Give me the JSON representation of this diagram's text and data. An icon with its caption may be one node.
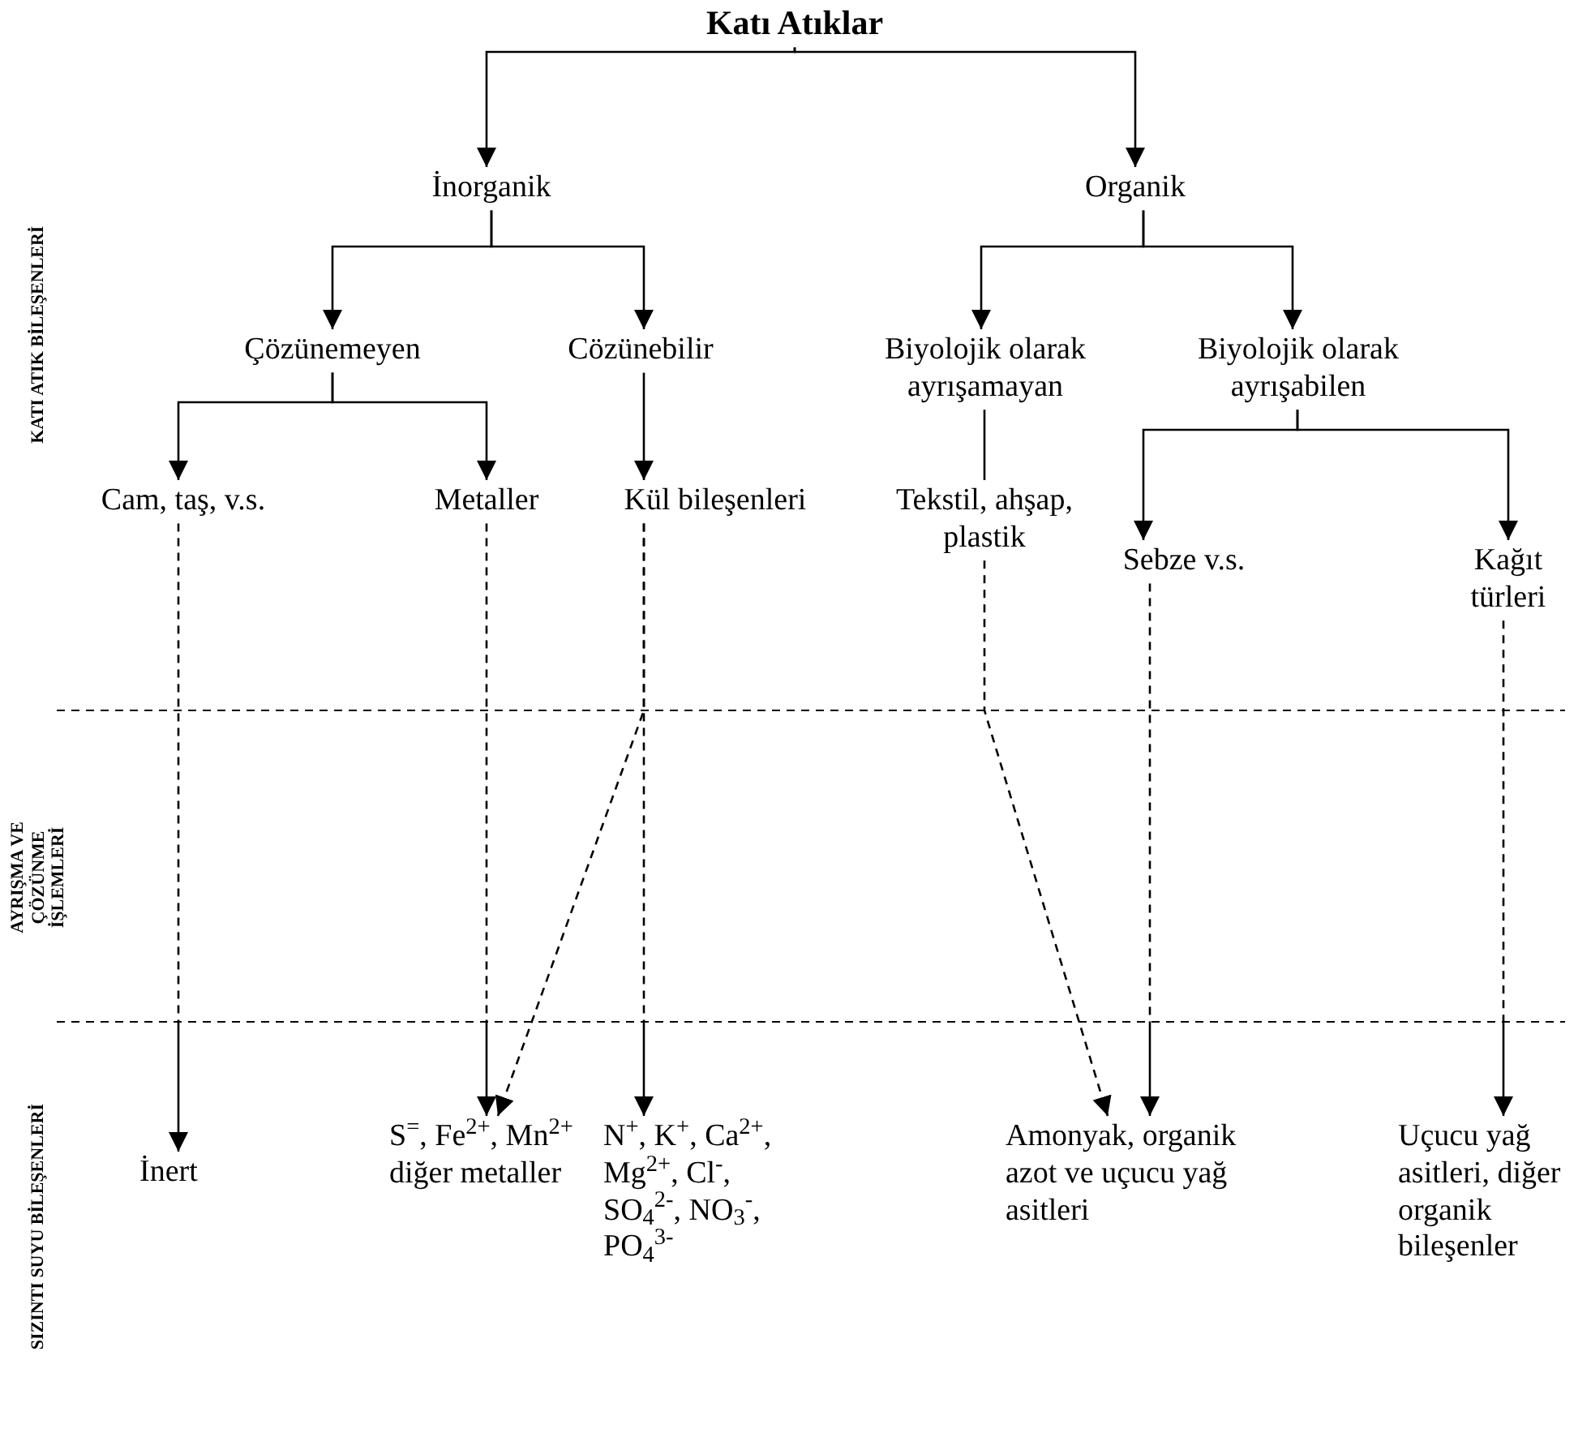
{
  "diagram": {
    "nodes": [
      {
        "text": [
          "Katı Atıklar"
        ]
      },
      {
        "text": [
          "İnorganik"
        ]
      },
      {
        "text": [
          "Organik"
        ]
      },
      {
        "text": [
          "Çözünemeyen"
        ]
      },
      {
        "text": [
          "Cözünebilir"
        ]
      },
      {
        "text": [
          "Biyolojik olarak ayrışamayan"
        ]
      },
      {
        "text": [
          "Biyolojik olarak ayrışabilen"
        ]
      },
      {
        "text": [
          "Cam, taş, v.s."
        ]
      },
      {
        "text": [
          "Metaller"
        ]
      },
      {
        "text": [
          "Kül bileşenleri"
        ]
      },
      {
        "text": [
          "Tekstil, ahşap, plastik"
        ]
      },
      {
        "text": [
          "Sebze v.s."
        ]
      },
      {
        "text": [
          "Kağıt türleri"
        ]
      },
      {
        "text": [
          "İnert"
        ]
      },
      {
        "text": [
          "S$^{=}$, Fe$^{2+}$, Mn$^{2+}$ diğer metaller"
        ]
      },
      {
        "text": [
          "N$^{+}$, K$^{+}$, Ca$^{2+}$, Mg$^{2+}$, Cl$^{-}$, SO$_{4}$$^{2-}$, NO$_{3}$$^{-}$, PO$_{4}$$^{3-}$"
        ]
      },
      {
        "text": [
          "Amonyak, organik azot ve uçucu yağ asitleri"
        ]
      },
      {
        "text": [
          "Uçucu yağ asitleri, diğer organik bileşenler"
        ]
      }
    ],
    "edges": [
      {
        "from": 0,
        "to": 1,
        "arrow": "to"
      },
      {
        "from": 0,
        "to": 2,
        "arrow": "to"
      },
      {
        "from": 1,
        "to": 3,
        "arrow": "to"
      },
      {
        "from": 1,
        "to": 4,
        "arrow": "to"
      },
      {
        "from": 2,
        "to": 5,
        "arrow": "to"
      },
      {
        "from": 2,
        "to": 6,
        "arrow": "to"
      },
      {
        "from": 3,
        "to": 7,
        "arrow": "to"
      },
      {
        "from": 3,
        "to": 8,
        "arrow": "to"
      },
      {
        "from": 4,
        "to": 9,
        "arrow": "to"
      },
      {
        "from": 5,
        "to": 10,
        "arrow": "none"
      },
      {
        "from": 6,
        "to": 11,
        "arrow": "to"
      },
      {
        "from": 6,
        "to": 12,
        "arrow": "to"
      },
      {
        "from": 7,
        "to": 13,
        "arrow": "to",
        "style": "dashed"
      },
      {
        "from": 8,
        "to": 14,
        "arrow": "to",
        "style": "dashed"
      },
      {
        "from": 9,
        "to": 14,
        "arrow": "to",
        "style": "dashed"
      },
      {
        "from": 9,
        "to": 15,
        "arrow": "to",
        "style": "dashed"
      },
      {
        "from": 10,
        "to": 16,
        "arrow": "to",
        "style": "dashed"
      },
      {
        "from": 11,
        "to": 16,
        "arrow": "to",
        "style": "dashed"
      },
      {
        "from": 12,
        "to": 17,
        "arrow": "to",
        "style": "dashed"
      }
    ],
    "labels": [
      "KATI ATIK BİLEŞENLERİ",
      "AYRIŞMA VE ÇÖZÜNME İŞLEMLERİ",
      "SIZINTI SUYU BİLEŞENLERİ"
    ]
  }
}
